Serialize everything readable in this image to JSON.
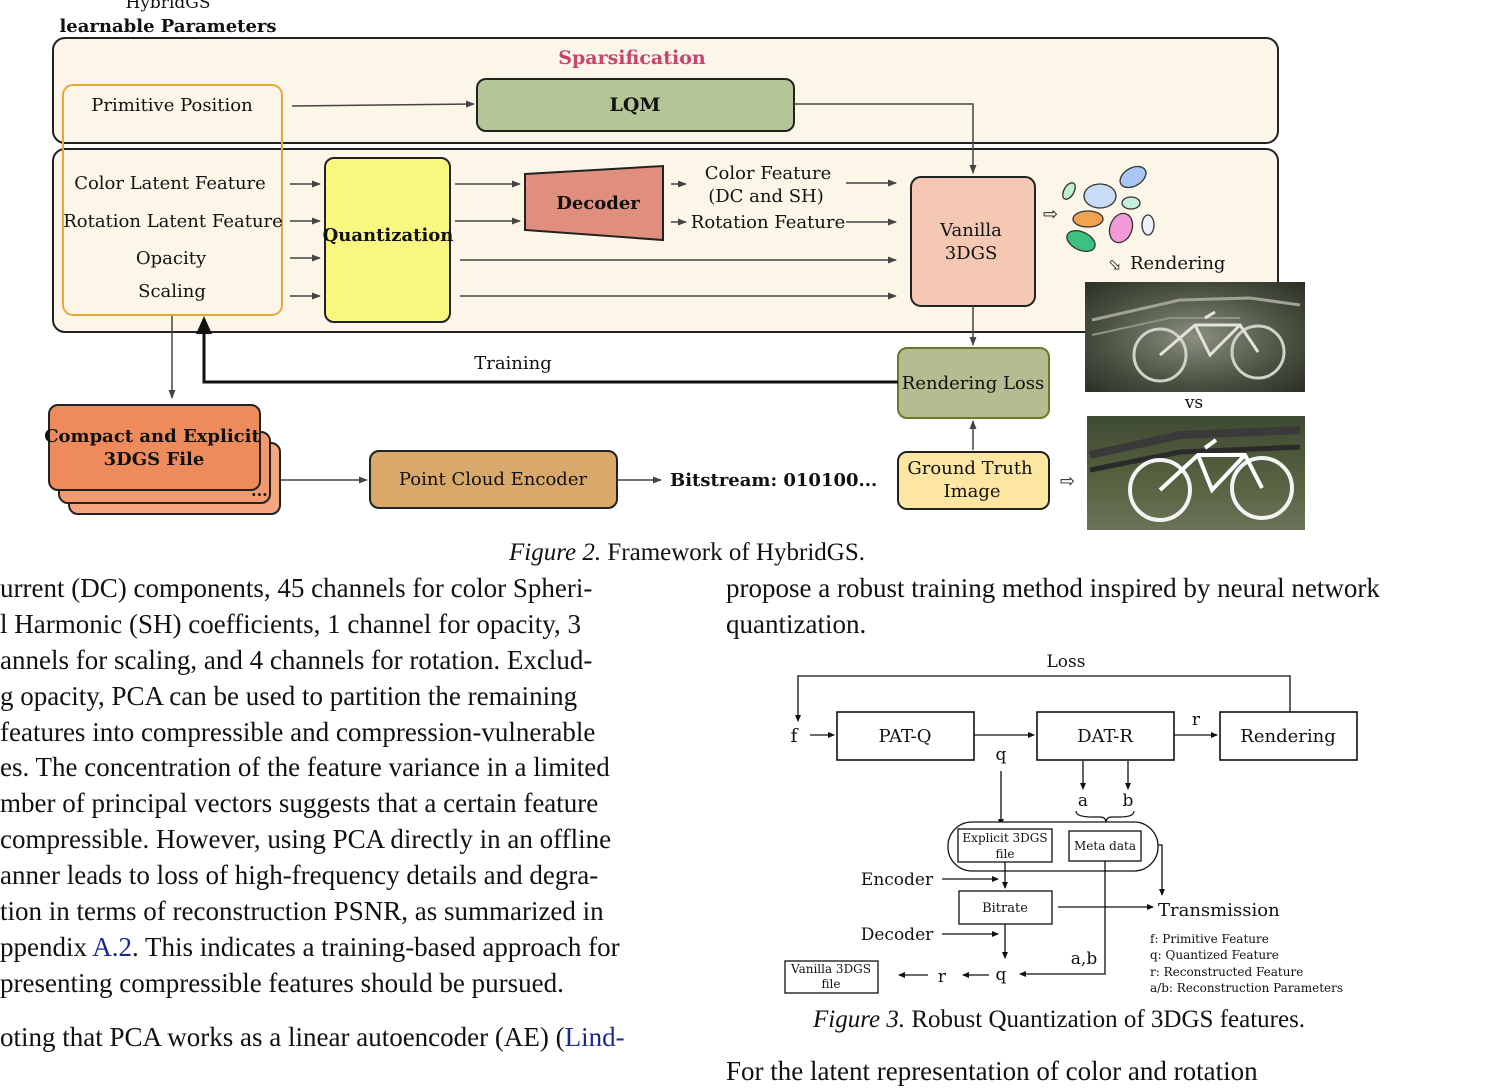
{
  "figure2": {
    "title_line1": "HybridGS",
    "title_line2": "learnable Parameters",
    "sparsification_label": "Sparsification",
    "primitive_position": "Primitive Position",
    "lqm": "LQM",
    "inputs": [
      "Color Latent Feature",
      "Rotation Latent Feature",
      "Opacity",
      "Scaling"
    ],
    "quantization": "Quantization",
    "decoder": "Decoder",
    "color_feature_line1": "Color Feature",
    "color_feature_line2": "(DC and SH)",
    "rotation_feature": "Rotation Feature",
    "vanilla_line1": "Vanilla",
    "vanilla_line2": "3DGS",
    "rendering": "Rendering",
    "training": "Training",
    "rendering_loss": "Rendering Loss",
    "vs": "vs",
    "compact_line1": "Compact and Explicit",
    "compact_line2": "3DGS File",
    "ellipsis": "...",
    "point_cloud_encoder": "Point Cloud Encoder",
    "bitstream": "Bitstream: 010100...",
    "ground_truth_line1": "Ground Truth",
    "ground_truth_line2": "Image",
    "caption_label": "Figure 2.",
    "caption_text": " Framework of HybridGS.",
    "colors": {
      "sparsification_text": "#c9436f",
      "panel_fill": "#fcf6e9",
      "lqm_fill": "#b4c596",
      "quantization_fill": "#faf780",
      "decoder_fill": "#e08e7e",
      "vanilla_fill": "#f5c8b3",
      "rendering_loss_fill": "#b3bd8f",
      "compact_fill": "#ee8b5d",
      "encoder_fill": "#d8a96a",
      "ground_truth_fill": "#fde5a2",
      "input_outline": "#e5a93b"
    }
  },
  "left_column": {
    "lines": [
      "urrent (DC) components, 45 channels for color Spheri-",
      "l Harmonic (SH) coefficients, 1 channel for opacity, 3",
      "annels for scaling, and 4 channels for rotation. Exclud-",
      "g opacity, PCA can be used to partition the remaining",
      " features into compressible and compression-vulnerable",
      "es. The concentration of the feature variance in a limited",
      "mber of principal vectors suggests that a certain feature",
      "compressible. However, using PCA directly in an offline",
      "anner leads to loss of high-frequency details and degra-",
      "tion in terms of reconstruction PSNR, as summarized in"
    ],
    "appendix_prefix": "ppendix ",
    "appendix_ref": "A.2",
    "appendix_suffix": ". This indicates a training-based approach for",
    "line_last": "presenting compressible features should be pursued.",
    "p2_prefix": "oting that PCA works as a linear autoencoder (AE) (",
    "p2_cite": "Lind-"
  },
  "right_column": {
    "line1": "propose a robust training method inspired by neural network",
    "line2": "quantization.",
    "line_bottom": "For the latent representation of color and rotation",
    "caption_label": "Figure 3.",
    "caption_text": " Robust Quantization of 3DGS features."
  },
  "figure3": {
    "loss": "Loss",
    "f": "f",
    "patq": "PAT-Q",
    "datr": "DAT-R",
    "r": "r",
    "rendering": "Rendering",
    "q": "q",
    "a": "a",
    "b": "b",
    "explicit_line1": "Explicit 3DGS",
    "explicit_line2": "file",
    "meta_data": "Meta data",
    "encoder": "Encoder",
    "bitrate": "Bitrate",
    "transmission": "Transmission",
    "decoder": "Decoder",
    "ab": "a,b",
    "vanilla_line1": "Vanilla 3DGS",
    "vanilla_line2": "file",
    "legend": [
      "f:  Primitive Feature",
      "q: Quantized Feature",
      "r:  Reconstructed Feature",
      "a/b: Reconstruction Parameters"
    ]
  }
}
